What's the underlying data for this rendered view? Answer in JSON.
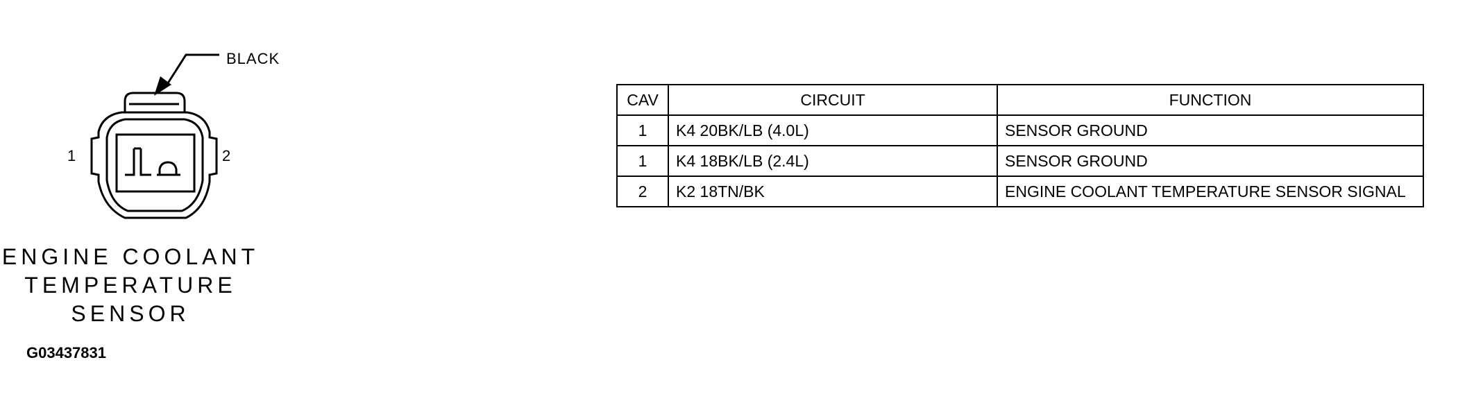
{
  "connector": {
    "wire_color": "BLACK",
    "cavity_1_label": "1",
    "cavity_2_label": "2",
    "name_lines": [
      "ENGINE COOLANT",
      "TEMPERATURE",
      "SENSOR"
    ],
    "figure_id": "G03437831"
  },
  "table": {
    "headers": {
      "cav": "CAV",
      "circuit": "CIRCUIT",
      "function": "FUNCTION"
    },
    "rows": [
      {
        "cav": "1",
        "circuit": "K4 20BK/LB (4.0L)",
        "function": "SENSOR GROUND"
      },
      {
        "cav": "1",
        "circuit": "K4 18BK/LB (2.4L)",
        "function": "SENSOR GROUND"
      },
      {
        "cav": "2",
        "circuit": "K2 18TN/BK",
        "function": "ENGINE COOLANT TEMPERATURE SENSOR SIGNAL"
      }
    ]
  },
  "colors": {
    "line": "#000000",
    "background": "#ffffff"
  }
}
